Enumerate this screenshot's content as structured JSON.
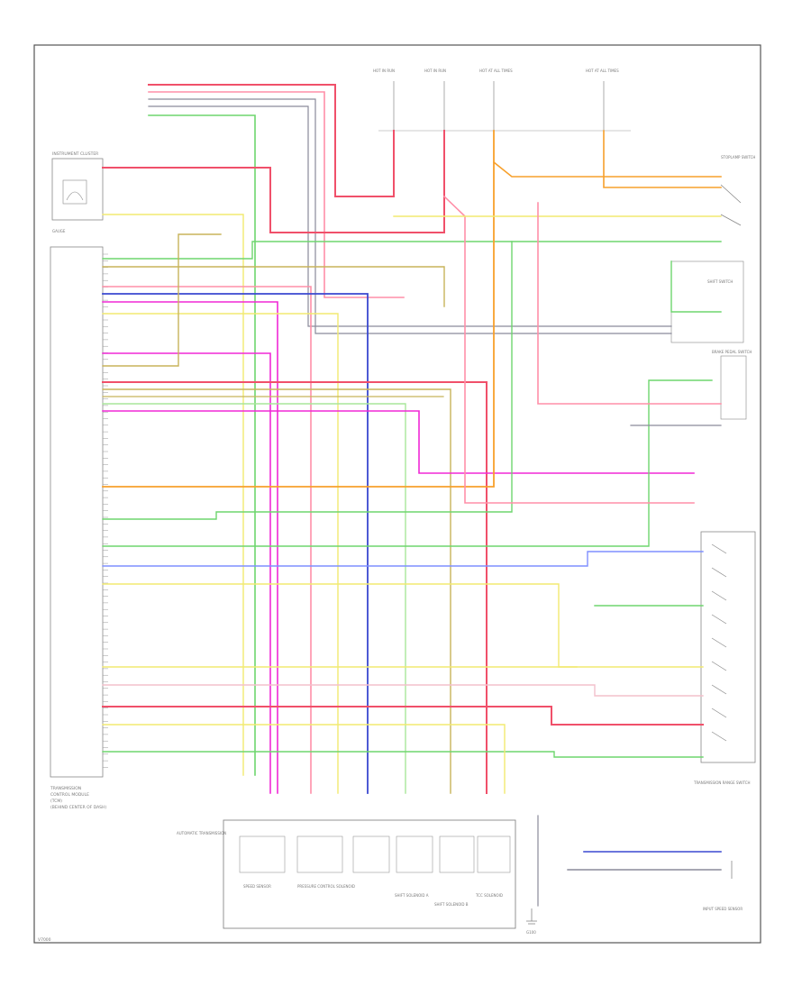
{
  "colors": {
    "red": "#f0506a",
    "pink": "#ff8fa8",
    "yellow": "#f2ea70",
    "green": "#6ed66e",
    "blue": "#3a48d0",
    "orange": "#f7a02c",
    "magenta": "#f028d6",
    "olive": "#c8b45a",
    "lightgreen": "#a8e69a",
    "gray": "#8a8a9a",
    "lightblue": "#7f8fff",
    "lightpink": "#f3c0cc",
    "black": "#666666"
  },
  "diagram": {
    "page_code": "V7000",
    "components": {
      "tcm": {
        "label_lines": [
          "TRANSMISSION",
          "CONTROL MODULE",
          "(TCM)",
          "(BEHIND CENTER OF DASH)"
        ]
      },
      "instrument_cluster": {
        "label": "INSTRUMENT CLUSTER"
      },
      "gauge": {
        "label": "GAUGE"
      },
      "automatic_transmission": {
        "label": "AUTOMATIC TRANSMISSION"
      },
      "speed_sensor": {
        "label": "SPEED SENSOR"
      },
      "pressure_control_solenoid": {
        "label": "PRESSURE CONTROL SOLENOID"
      },
      "shift_solenoid_a": {
        "label": "SHIFT SOLENOID A"
      },
      "shift_solenoid_b": {
        "label": "SHIFT SOLENOID B"
      },
      "tcc_solenoid": {
        "label": "TCC SOLENOID"
      },
      "fuses": [
        {
          "label": "HOT IN RUN"
        },
        {
          "label": "HOT IN RUN"
        },
        {
          "label": "HOT AT ALL TIMES"
        },
        {
          "label": "HOT AT ALL TIMES"
        }
      ],
      "brake_switch": {
        "label": "STOPLAMP SWITCH"
      },
      "shift_switch": {
        "label": "SHIFT SWITCH"
      },
      "brake_pedal_switch": {
        "label": "BRAKE PEDAL SWITCH"
      },
      "range_switch": {
        "label": "TRANSMISSION RANGE SWITCH"
      },
      "input_speed_sensor": {
        "label": "INPUT SPEED SENSOR"
      },
      "ground_point": {
        "label": "G100"
      }
    }
  }
}
